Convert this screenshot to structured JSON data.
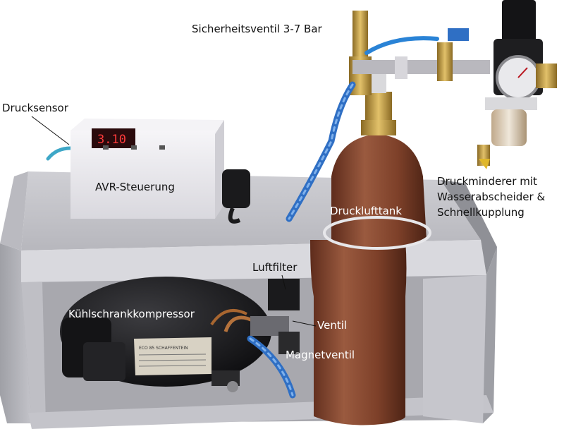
{
  "image": {
    "subject": "compressed air system on a grey wooden stand",
    "colors": {
      "stand": "#c9c9cd",
      "stand_shadow": "#8f9096",
      "tank": "#8a4a33",
      "compressor": "#1b1b1d",
      "controller_box": "#ecebef",
      "display": "#b8121c",
      "hose": "#2f6fc4",
      "brass": "#c79a3a",
      "label_light": "#ffffff",
      "label_dark": "#111111"
    }
  },
  "labels": {
    "sicherheitsventil": "Sicherheitsventil 3-7 Bar",
    "drucksensor": "Drucksensor",
    "avr": "AVR-Steuerung",
    "druckminderer": "Druckminderer mit Wasserabscheider & Schnellkupplung",
    "drucklufttank": "Drucklufttank",
    "luftfilter": "Luftfilter",
    "kompressor": "Kühlschrankkompressor",
    "ventil": "Ventil",
    "magnetventil": "Magnetventil"
  },
  "display_value": "3.10",
  "compressor_plate_text": "ECO 85 SCHAFFENTEIN"
}
